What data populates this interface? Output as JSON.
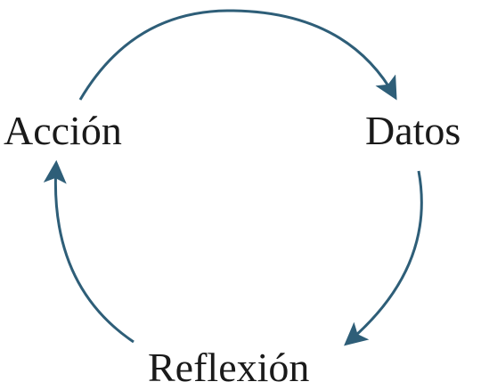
{
  "diagram": {
    "type": "cycle",
    "nodes": [
      {
        "id": "accion",
        "label": "Acción"
      },
      {
        "id": "datos",
        "label": "Datos"
      },
      {
        "id": "reflexion",
        "label": "Reflexion"
      }
    ],
    "edges": [
      {
        "from": "accion",
        "to": "datos"
      },
      {
        "from": "datos",
        "to": "reflexion"
      },
      {
        "from": "reflexion",
        "to": "accion"
      }
    ],
    "colors": {
      "arrow": "#2e5e78",
      "text": "#1a1a1a",
      "background": "#ffffff"
    }
  }
}
